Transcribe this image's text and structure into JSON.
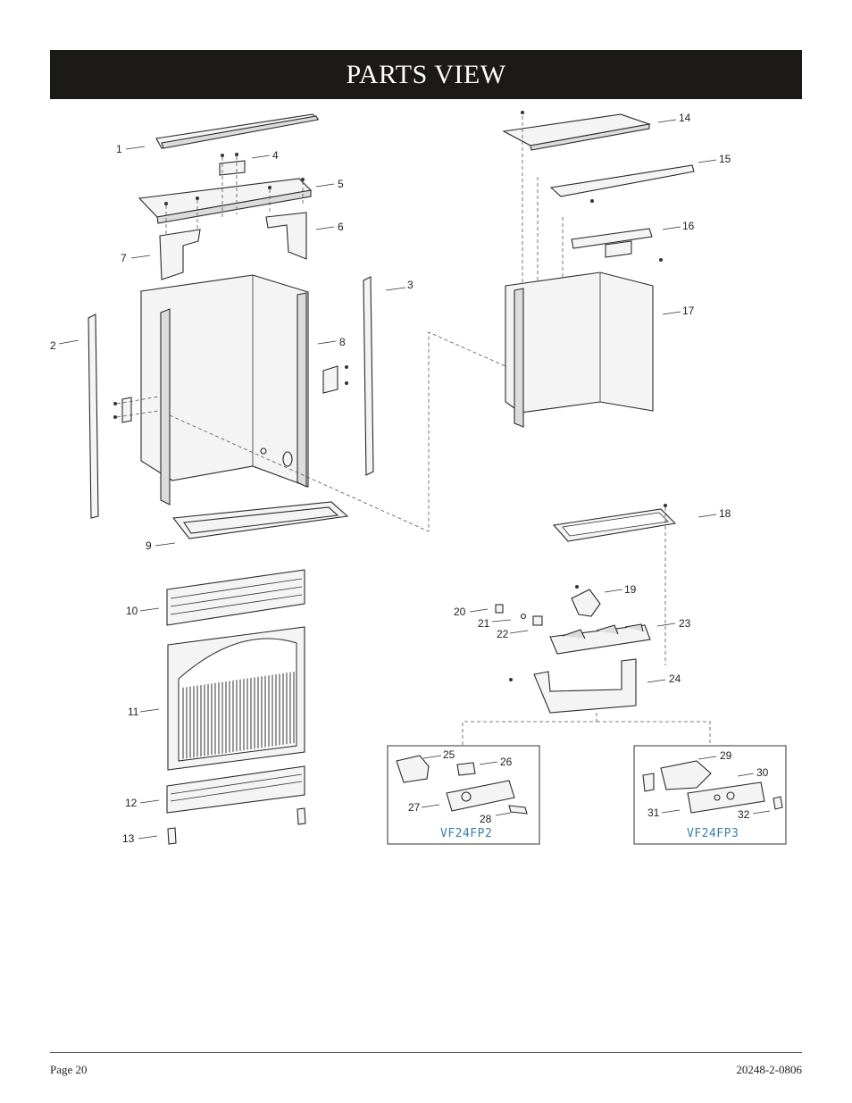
{
  "header": {
    "title": "PARTS VIEW"
  },
  "callouts": [
    "1",
    "2",
    "3",
    "4",
    "5",
    "6",
    "7",
    "8",
    "9",
    "10",
    "11",
    "12",
    "13",
    "14",
    "15",
    "16",
    "17",
    "18",
    "19",
    "20",
    "21",
    "22",
    "23",
    "24",
    "25",
    "26",
    "27",
    "28",
    "29",
    "30",
    "31",
    "32"
  ],
  "kits": [
    {
      "model": "VF24FP2"
    },
    {
      "model": "VF24FP3"
    }
  ],
  "footer": {
    "page": "Page 20",
    "doc_number": "20248-2-0806"
  }
}
